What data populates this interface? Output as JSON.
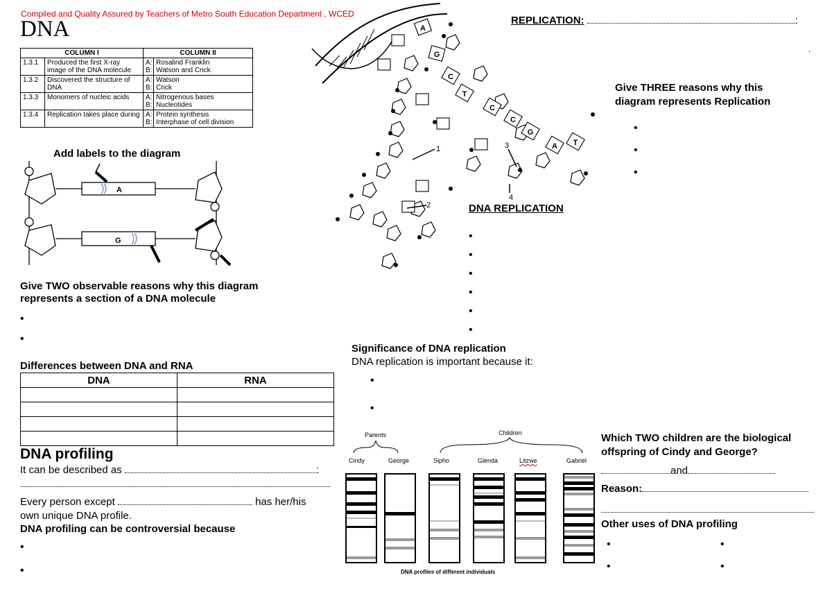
{
  "header": {
    "compiled": "Compiled and Quality Assured by Teachers of Metro South Education Department , WCED",
    "title": "DNA"
  },
  "column_table": {
    "headers": [
      "COLUMN I",
      "COLUMN II"
    ],
    "rows": [
      {
        "num": "1.3.1",
        "q": "Produced the first X-ray image of the DNA molecule",
        "a": "Rosalind Franklin",
        "b": "Watson and Crick"
      },
      {
        "num": "1.3.2",
        "q": "Discovered the structure of DNA",
        "a": "Watson",
        "b": "Crick"
      },
      {
        "num": "1.3.3",
        "q": "Monomers of nucleic acids",
        "a": "Nitrogenous bases",
        "b": "Nucleotides"
      },
      {
        "num": "1.3.4",
        "q": "Replication takes place during",
        "a": "Protein synthesis",
        "b": "Interphase of cell division"
      }
    ],
    "label_a": "A:",
    "label_b": "B:"
  },
  "label_diagram": {
    "heading": "Add labels to the diagram",
    "base_a": "A",
    "base_g": "G"
  },
  "observable": {
    "heading": "Give TWO observable reasons why this diagram represents a section of a DNA molecule"
  },
  "differences": {
    "heading": "Differences between DNA and RNA",
    "col1": "DNA",
    "col2": "RNA"
  },
  "profiling": {
    "heading": "DNA profiling",
    "described": "It can be described as",
    "every_person": "Every person except",
    "has_her_his": "has her/his",
    "own_unique": "own unique DNA profile.",
    "controversial": "DNA profiling can be controversial because"
  },
  "replication_diagram": {
    "bases": [
      "A",
      "G",
      "C",
      "T",
      "C",
      "C",
      "G",
      "A",
      "T"
    ],
    "numbers": [
      "1",
      "2",
      "3",
      "4"
    ]
  },
  "replication": {
    "heading": "REPLICATION:",
    "three_reasons": "Give THREE reasons why this diagram represents Replication",
    "dna_replication": "DNA REPLICATION"
  },
  "significance": {
    "heading": "Significance of DNA replication",
    "sub": "DNA replication is important because it:"
  },
  "gel": {
    "parents": "Parents",
    "children": "Children",
    "names": [
      "Cindy",
      "George",
      "Sipho",
      "Glenda",
      "Litzwe",
      "Gabriel"
    ],
    "caption": "DNA profiles of different individuals"
  },
  "children_q": {
    "question": "Which TWO children are the biological offspring of Cindy and George?",
    "and": "and",
    "reason": "Reason:",
    "other_uses": "Other uses of DNA profiling"
  }
}
